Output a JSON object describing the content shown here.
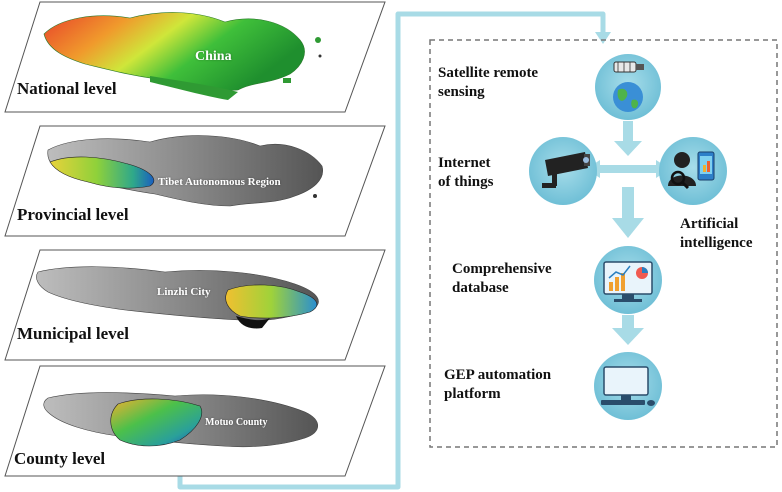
{
  "levels": [
    {
      "level_label": "National level",
      "region_label": "China"
    },
    {
      "level_label": "Provincial level",
      "region_label": "Tibet Autonomous Region"
    },
    {
      "level_label": "Municipal level",
      "region_label": "Linzhi City"
    },
    {
      "level_label": "County level",
      "region_label": "Motuo County"
    }
  ],
  "technologies": {
    "satellite": {
      "line1": "Satellite remote",
      "line2": "sensing",
      "icon": "satellite-globe-icon"
    },
    "iot": {
      "line1": "Internet",
      "line2": "of things",
      "icon": "security-camera-icon"
    },
    "ai": {
      "line1": "Artificial",
      "line2": "intelligence",
      "icon": "person-phone-icon"
    },
    "database": {
      "line1": "Comprehensive",
      "line2": "database",
      "icon": "monitor-chart-icon"
    },
    "platform": {
      "line1": "GEP automation",
      "line2": "platform",
      "icon": "desktop-computer-icon"
    }
  },
  "colors": {
    "connector": "#a8dbe6",
    "node_circle": "#7cc8dc",
    "arrow": "#a8dbe6",
    "dashed_border": "#777777"
  }
}
